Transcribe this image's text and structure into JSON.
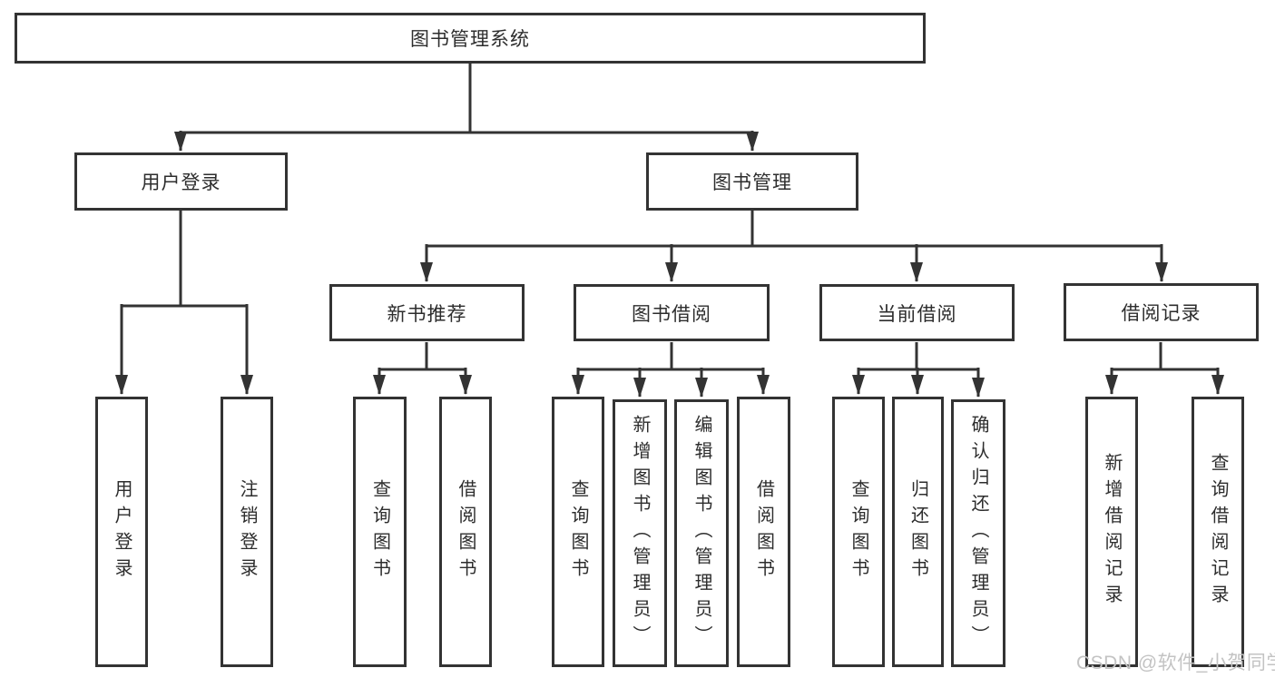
{
  "diagram": {
    "root": {
      "label": "图书管理系统"
    },
    "branches": [
      {
        "label": "用户登录",
        "children": [
          {
            "label": "用户登录"
          },
          {
            "label": "注销登录"
          }
        ]
      },
      {
        "label": "图书管理",
        "sections": [
          {
            "label": "新书推荐",
            "children": [
              {
                "label": "查询图书"
              },
              {
                "label": "借阅图书"
              }
            ]
          },
          {
            "label": "图书借阅",
            "children": [
              {
                "label": "查询图书"
              },
              {
                "label": "新增图书（管理员）"
              },
              {
                "label": "编辑图书（管理员）"
              },
              {
                "label": "借阅图书"
              }
            ]
          },
          {
            "label": "当前借阅",
            "children": [
              {
                "label": "查询图书"
              },
              {
                "label": "归还图书"
              },
              {
                "label": "确认归还（管理员）"
              }
            ]
          },
          {
            "label": "借阅记录",
            "children": [
              {
                "label": "新增借阅记录"
              },
              {
                "label": "查询借阅记录"
              }
            ]
          }
        ]
      }
    ],
    "watermark": "CSDN @软件_小贺同学",
    "colors": {
      "line": "#333333",
      "box_background": "#ffffff",
      "watermark_text": "#c3c3c3"
    }
  }
}
